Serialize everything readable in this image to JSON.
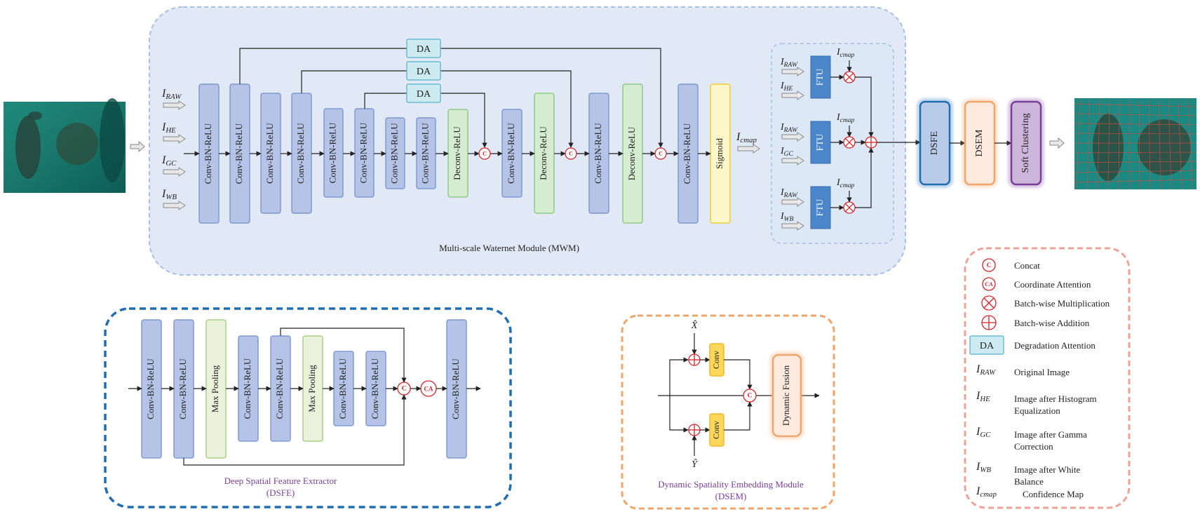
{
  "mwm": {
    "title": "Multi-scale Waternet Module (MWM)",
    "inputs": [
      {
        "base": "I",
        "sub": "RAW"
      },
      {
        "base": "I",
        "sub": "HE"
      },
      {
        "base": "I",
        "sub": "GC"
      },
      {
        "base": "I",
        "sub": "WB"
      }
    ],
    "blocks": [
      {
        "label": "Conv-BN-ReLU",
        "kind": "conv"
      },
      {
        "label": "Conv-BN-ReLU",
        "kind": "conv"
      },
      {
        "label": "Conv-BN-ReLU",
        "kind": "conv"
      },
      {
        "label": "Conv-BN-ReLU",
        "kind": "conv"
      },
      {
        "label": "Conv-BN-ReLU",
        "kind": "conv"
      },
      {
        "label": "Conv-BN-ReLU",
        "kind": "conv"
      },
      {
        "label": "Conv-BN-ReLU",
        "kind": "conv"
      },
      {
        "label": "Conv-BN-ReLU",
        "kind": "conv"
      },
      {
        "label": "Deconv-ReLU",
        "kind": "deconv"
      },
      {
        "label": "Conv-BN-ReLU",
        "kind": "conv"
      },
      {
        "label": "Deconv-ReLU",
        "kind": "deconv"
      },
      {
        "label": "Conv-BN-ReLU",
        "kind": "conv"
      },
      {
        "label": "Deconv-ReLU",
        "kind": "deconv"
      },
      {
        "label": "Conv-BN-ReLU",
        "kind": "conv"
      },
      {
        "label": "Sigmoid",
        "kind": "sigmoid"
      }
    ],
    "da_label": "DA",
    "concat_symbol": "C",
    "output": {
      "base": "I",
      "sub": "cmap"
    }
  },
  "ftu": {
    "label": "FTU",
    "groups": [
      {
        "top": {
          "base": "I",
          "sub": "RAW"
        },
        "bottom": {
          "base": "I",
          "sub": "HE"
        }
      },
      {
        "top": {
          "base": "I",
          "sub": "RAW"
        },
        "bottom": {
          "base": "I",
          "sub": "GC"
        }
      },
      {
        "top": {
          "base": "I",
          "sub": "RAW"
        },
        "bottom": {
          "base": "I",
          "sub": "WB"
        }
      }
    ],
    "cmap": {
      "base": "I",
      "sub": "cmap"
    }
  },
  "pipeline": {
    "dsfe": "DSFE",
    "dsem": "DSEM",
    "soft": "Soft Clustering"
  },
  "dsfe_detail": {
    "title_line1": "Deep Spatial Feature Extractor",
    "title_line2": "(DSFE)",
    "blocks": [
      {
        "label": "Conv-BN-ReLU",
        "kind": "conv"
      },
      {
        "label": "Conv-BN-ReLU",
        "kind": "conv"
      },
      {
        "label": "Max Pooling",
        "kind": "pool"
      },
      {
        "label": "Conv-BN-ReLU",
        "kind": "conv"
      },
      {
        "label": "Conv-BN-ReLU",
        "kind": "conv"
      },
      {
        "label": "Max Pooling",
        "kind": "pool"
      },
      {
        "label": "Conv-BN-ReLU",
        "kind": "conv"
      },
      {
        "label": "Conv-BN-ReLU",
        "kind": "conv"
      },
      {
        "label": "Conv-BN-ReLU",
        "kind": "conv"
      }
    ],
    "concat": "C",
    "ca": "CA"
  },
  "dsem_detail": {
    "title_line1": "Dynamic Spatiality Embedding Module",
    "title_line2": "(DSEM)",
    "x_hat": "X̂",
    "y_hat": "Ŷ",
    "conv": "Conv",
    "fusion": "Dynamic Fusion",
    "concat": "C"
  },
  "legend": {
    "items": [
      {
        "sym": "C",
        "text": "Concat"
      },
      {
        "sym": "CA",
        "text": "Coordinate Attention"
      },
      {
        "sym": "otimes",
        "text": "Batch-wise Multiplication"
      },
      {
        "sym": "oplus",
        "text": "Batch-wise Addition"
      },
      {
        "sym": "DA",
        "text": "Degradation Attention"
      }
    ],
    "images": [
      {
        "base": "I",
        "sub": "RAW",
        "line1": "Original Image",
        "line2": ""
      },
      {
        "base": "I",
        "sub": "HE",
        "line1": "Image after Histogram",
        "line2": "Equalization"
      },
      {
        "base": "I",
        "sub": "GC",
        "line1": "Image after Gamma",
        "line2": "Correction"
      },
      {
        "base": "I",
        "sub": "WB",
        "line1": "Image after White",
        "line2": "Balance"
      },
      {
        "base": "I",
        "sub": "cmap",
        "line1": "Confidence Map",
        "line2": ""
      }
    ]
  },
  "colors": {
    "conv_fill": "#b4c3e6",
    "conv_stroke": "#7f9ad3",
    "deconv_fill": "#d6ecd0",
    "deconv_stroke": "#8fca86",
    "sigmoid_fill": "#fdf6c9",
    "sigmoid_stroke": "#f2cc3a",
    "da_fill": "#cdeaf0",
    "da_stroke": "#6bbcd0",
    "pool_fill": "#eaf2dc",
    "pool_stroke": "#a9cf86",
    "ftu_fill": "#4b86c8",
    "mwm_bg": "#e1e9f6",
    "mwm_dash": "#a9bfe3",
    "dsfe_dash": "#1f6db3",
    "dsem_dash": "#f0a56b",
    "legend_dash": "#eea396",
    "red": "#d8232a",
    "title_purple": "#7a3e9a"
  }
}
